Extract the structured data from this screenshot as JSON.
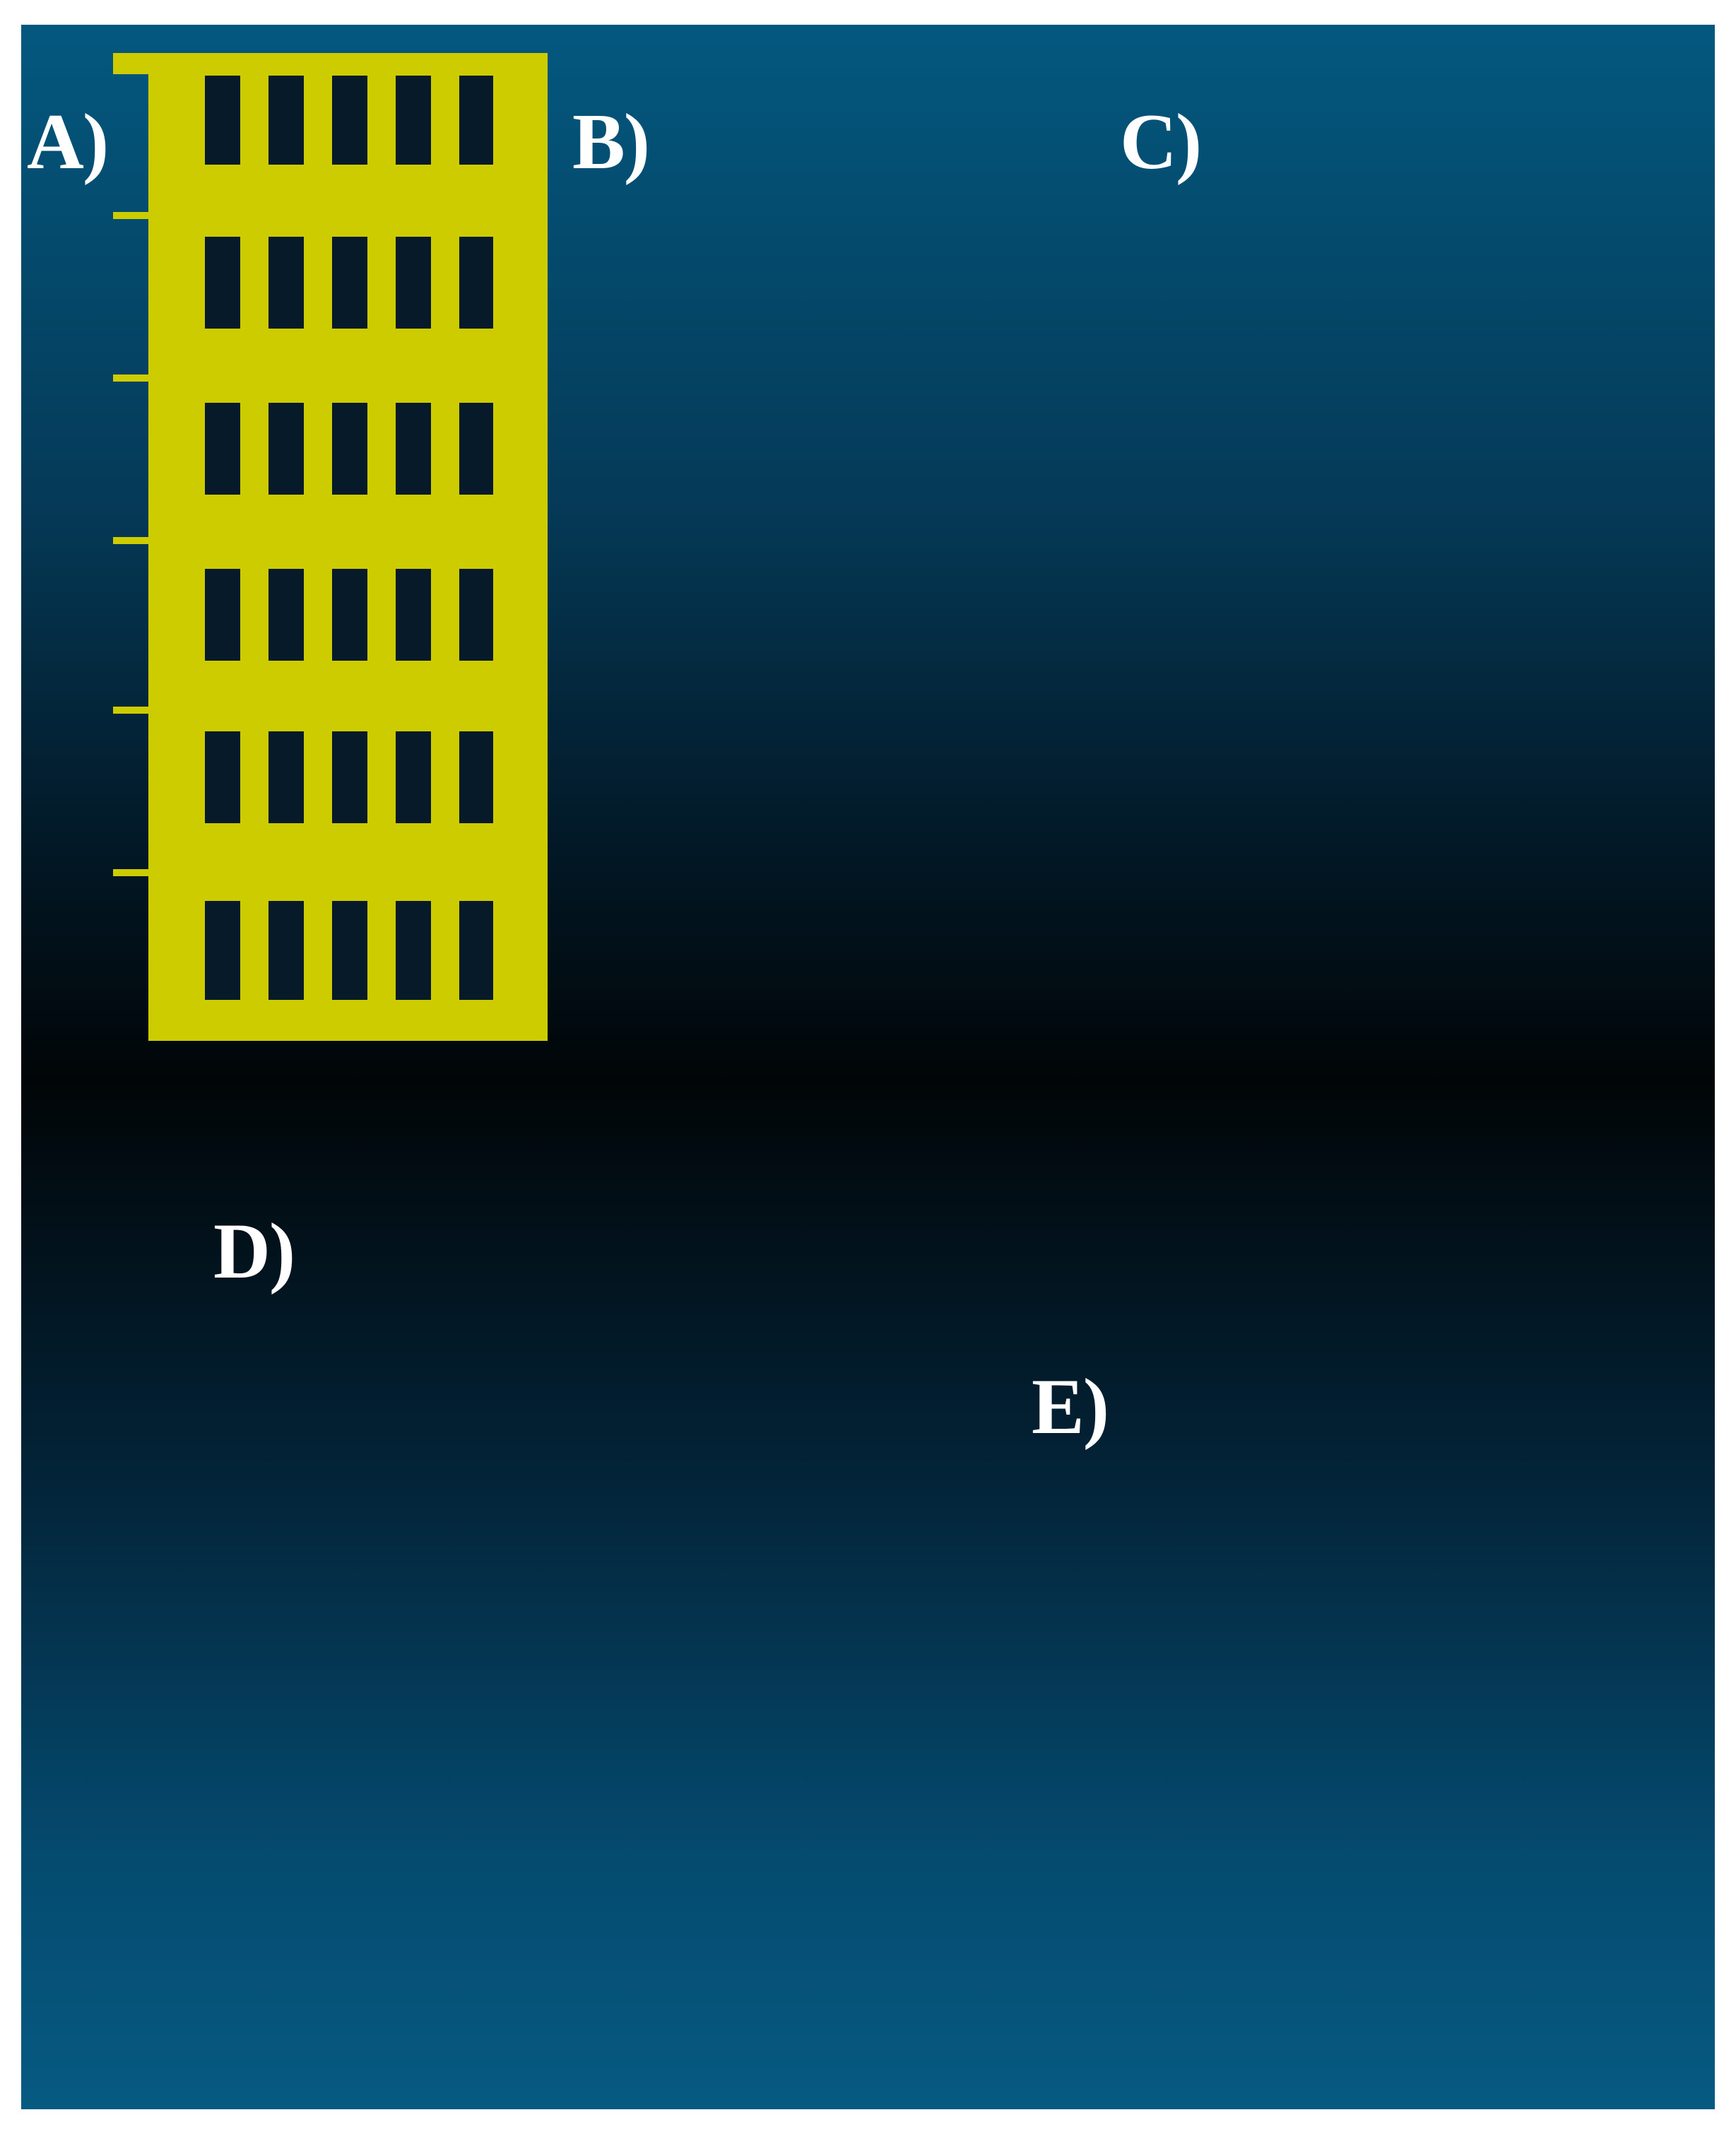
{
  "colors": {
    "model": "#cccc00",
    "model_shade": "#9a9a2a",
    "background_top": "#04587f",
    "background_mid": "#010507",
    "label_text": "#ffffff"
  },
  "panels": [
    {
      "id": "A",
      "label": "A)"
    },
    {
      "id": "B",
      "label": "B)"
    },
    {
      "id": "C",
      "label": "C)"
    },
    {
      "id": "D",
      "label": "D)"
    },
    {
      "id": "E",
      "label": "E)"
    }
  ]
}
